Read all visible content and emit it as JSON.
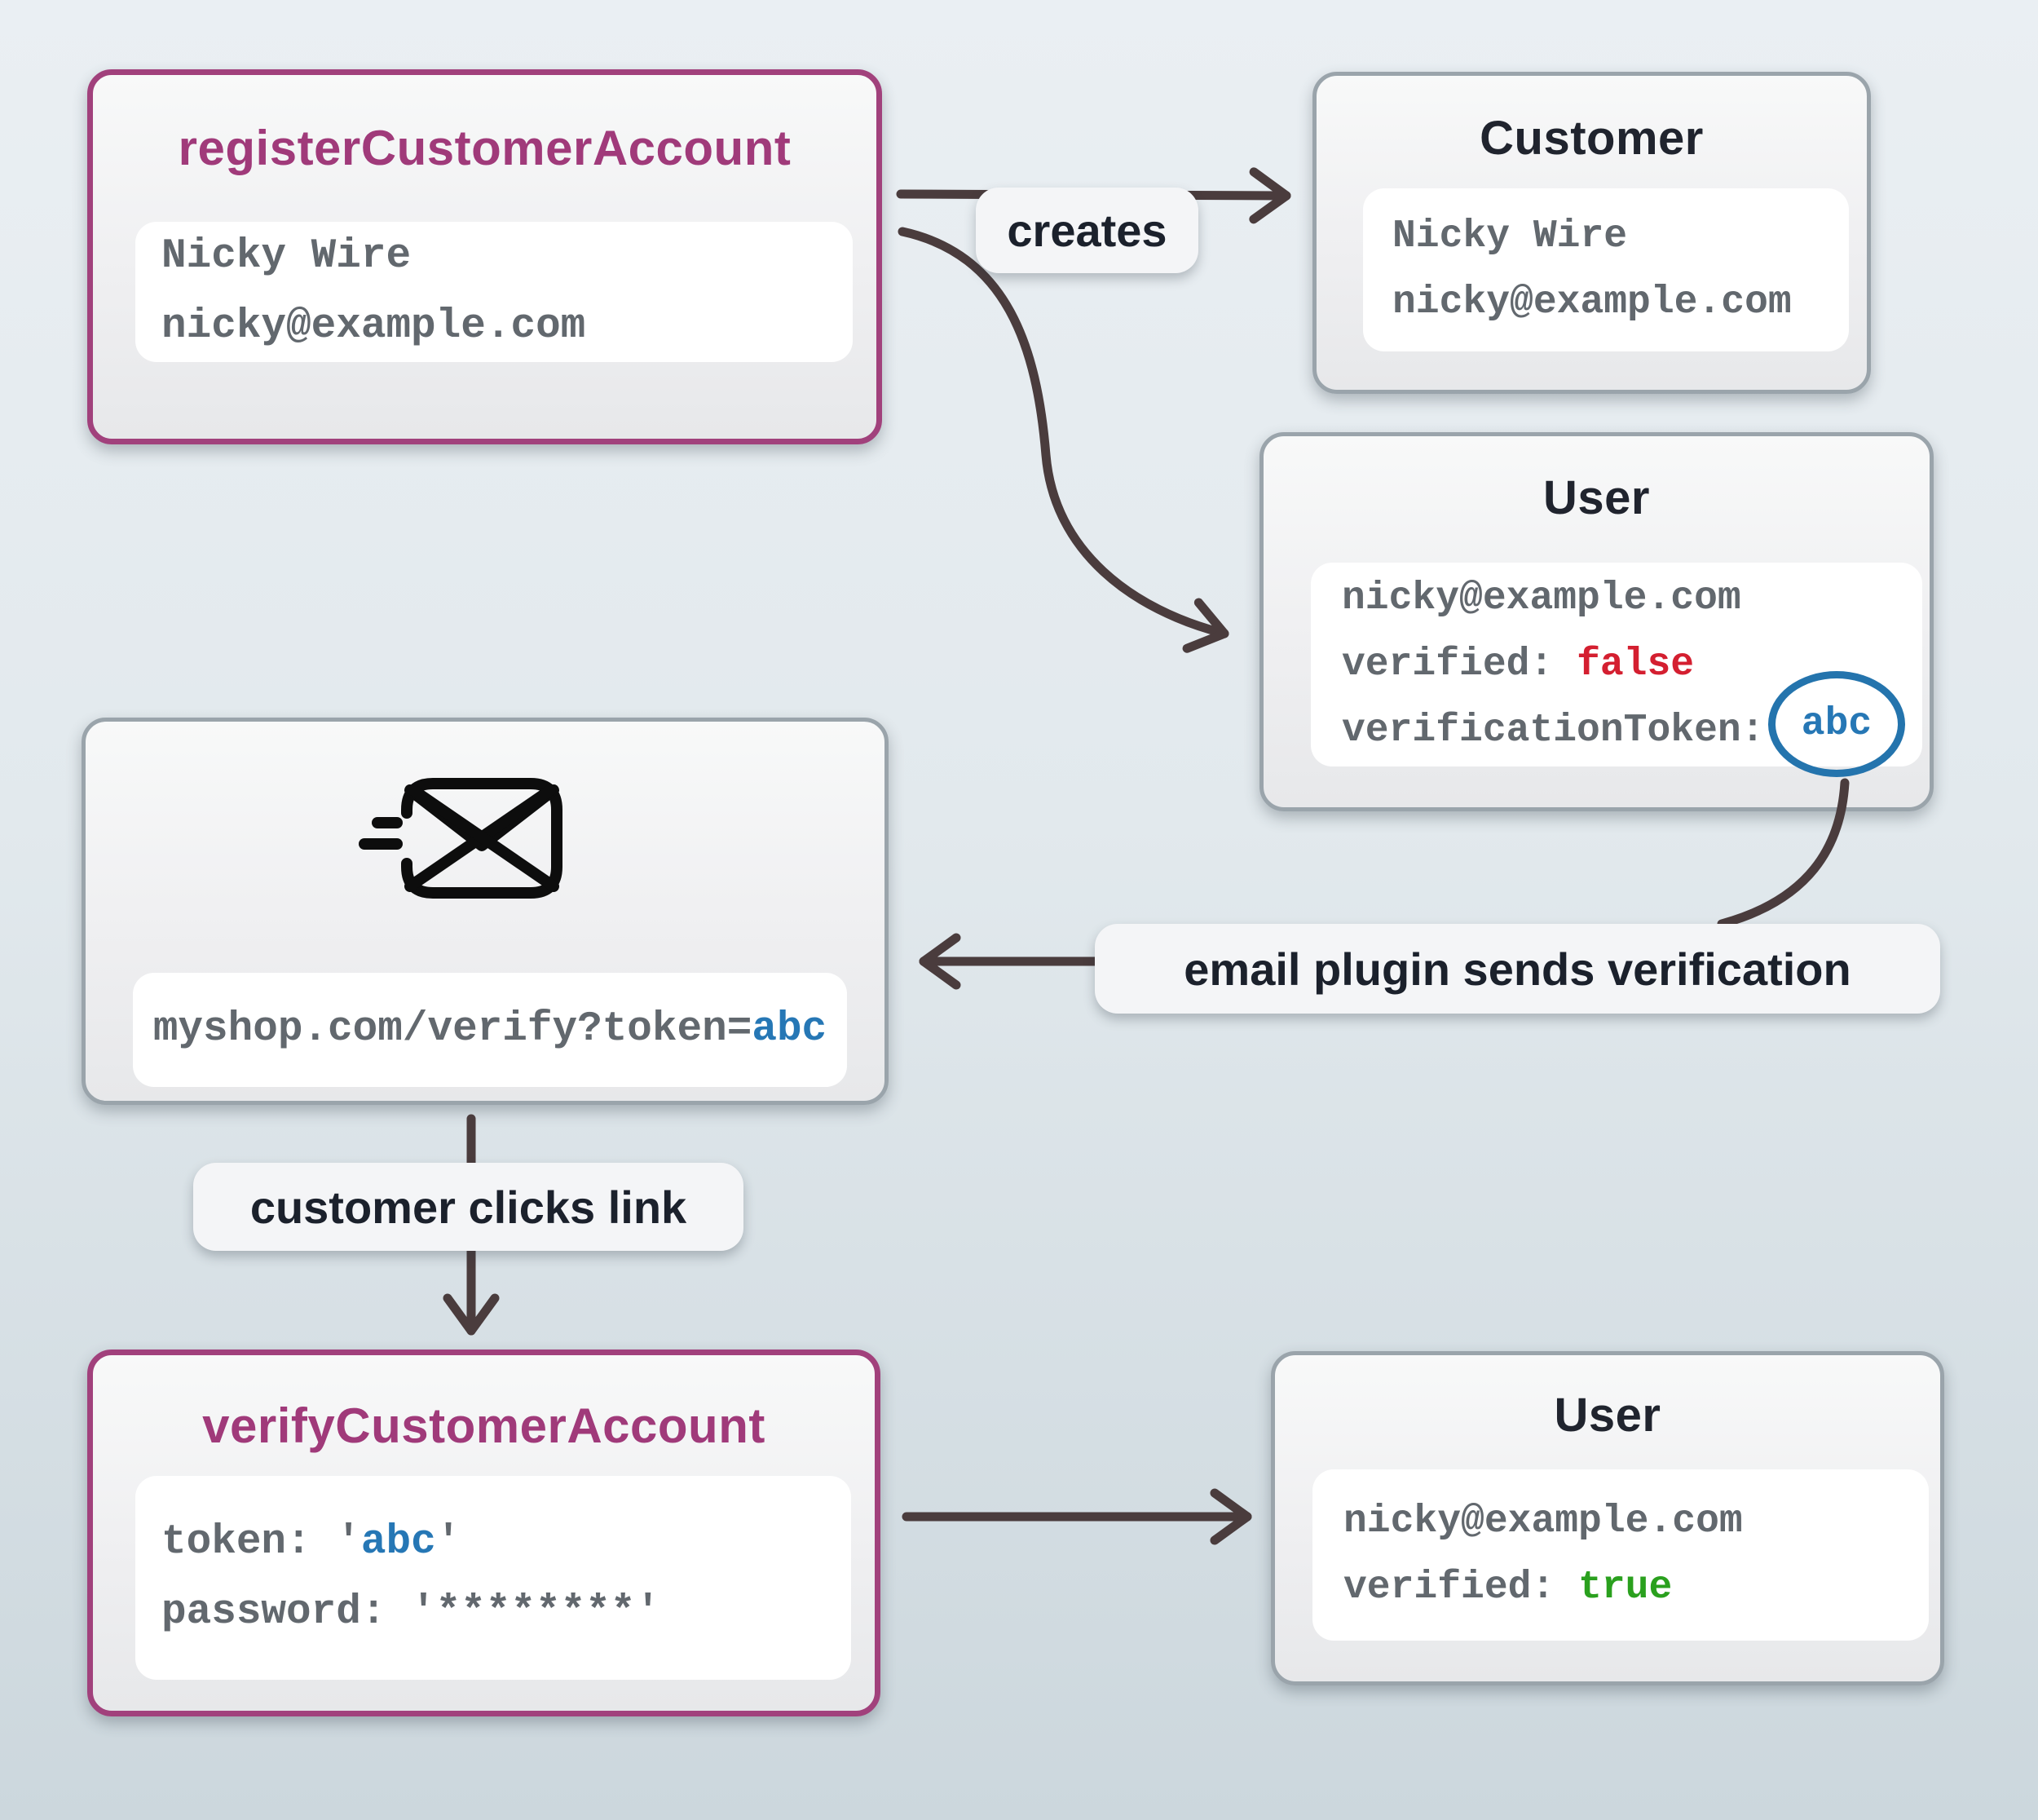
{
  "palette": {
    "background_top": "#eaeff3",
    "background_bottom": "#ccd7dd",
    "purple_accent": "#a1417c",
    "gray_border": "#9aa4ab",
    "title_dark": "#20242e",
    "mono_gray": "#62686e",
    "token_blue": "#2677b5",
    "false_red": "#d41f30",
    "true_green": "#2aa01e",
    "arrow_color": "#4a3c3d",
    "circle_blue": "#2474ad"
  },
  "nodes": {
    "register": {
      "title": "registerCustomerAccount",
      "name": "Nicky Wire",
      "email": "nicky@example.com"
    },
    "customer": {
      "title": "Customer",
      "name": "Nicky Wire",
      "email": "nicky@example.com"
    },
    "user_unverified": {
      "title": "User",
      "email": "nicky@example.com",
      "verified_label": "verified:",
      "verified_value": "false",
      "token_label": "verificationToken:",
      "token_value": "abc"
    },
    "email_message": {
      "icon": "mail-send-icon",
      "url_prefix": "myshop.com/verify?token=",
      "url_token": "abc"
    },
    "verify": {
      "title": "verifyCustomerAccount",
      "token_label": "token:",
      "quote": "'",
      "token_value": "abc",
      "password_label": "password:",
      "password_value": "'********'"
    },
    "user_verified": {
      "title": "User",
      "email": "nicky@example.com",
      "verified_label": "verified:",
      "verified_value": "true"
    }
  },
  "labels": {
    "creates": "creates",
    "email_plugin": "email plugin sends verification",
    "customer_clicks": "customer clicks link"
  }
}
